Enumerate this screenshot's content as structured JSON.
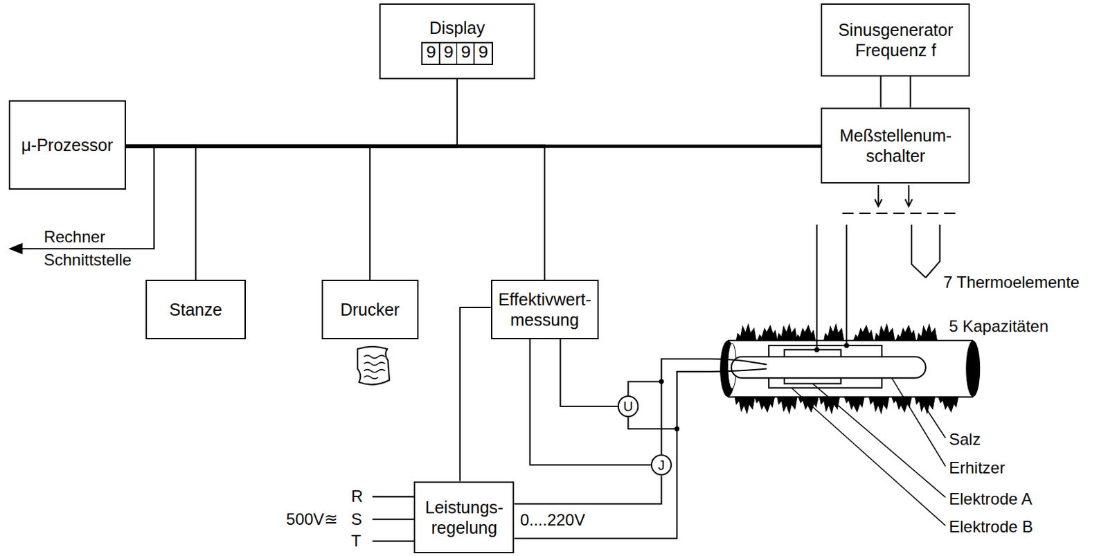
{
  "diagram": {
    "nodes": [
      {
        "text": [
          "μ-Prozessor"
        ]
      },
      {
        "text": [
          "Display",
          "9999"
        ]
      },
      {
        "text": [
          "Sinusgenerator Frequenz f"
        ]
      },
      {
        "text": [
          "Meßstellenum- schalter"
        ]
      },
      {
        "text": [
          "Stanze"
        ]
      },
      {
        "text": [
          "Drucker"
        ]
      },
      {
        "text": [
          "Effektivwert- messung"
        ]
      },
      {
        "text": [
          "Leistungs- regelung"
        ]
      },
      {
        "text": [
          "U"
        ]
      },
      {
        "text": [
          "J"
        ]
      }
    ],
    "edges": [
      {
        "from": 0,
        "to": 1,
        "arrow": "none"
      },
      {
        "from": 0,
        "to": 3,
        "arrow": "none"
      },
      {
        "from": 0,
        "to": 4,
        "arrow": "none"
      },
      {
        "from": 0,
        "to": 5,
        "arrow": "none"
      },
      {
        "from": 0,
        "to": 6,
        "arrow": "none"
      },
      {
        "from": 2,
        "to": 3,
        "arrow": "none"
      },
      {
        "from": 6,
        "to": 7,
        "arrow": "none"
      },
      {
        "from": 6,
        "to": 8,
        "arrow": "none"
      },
      {
        "from": 6,
        "to": 9,
        "arrow": "none"
      },
      {
        "from": 7,
        "to": 9,
        "arrow": "none"
      },
      {
        "from": 9,
        "to": 8,
        "arrow": "none"
      },
      {
        "from": 7,
        "to": 8,
        "arrow": "none"
      }
    ],
    "labels": [
      "Rechner Schnittstelle",
      "7 Thermoelemente",
      "5 Kapazitäten",
      "Salz",
      "Erhitzer",
      "Elektrode A",
      "Elektrode B",
      "500V≊",
      "R",
      "S",
      "T",
      "0....220V"
    ]
  }
}
